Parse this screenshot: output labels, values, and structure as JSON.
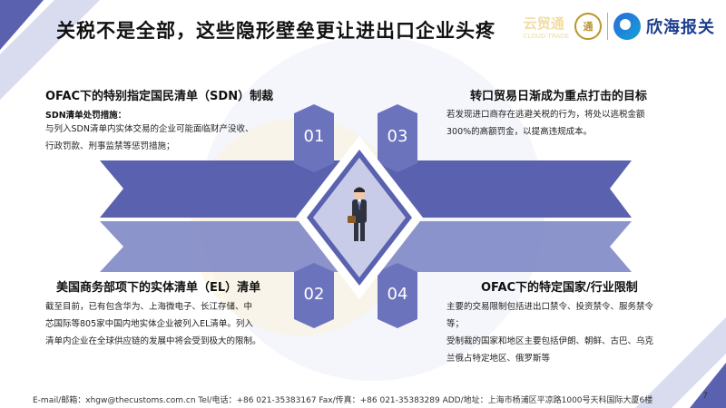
{
  "title": "关税不是全部，这些隐形壁垒更让进出口企业头疼",
  "logos": {
    "faded_text": "云贸通",
    "faded_sub": "CLOUD TRADE",
    "seal_text": "通",
    "brand_text": "欣海报关"
  },
  "colors": {
    "accent": "#5a62b0",
    "accent_light": "#8088c6",
    "accent_pale": "#c9cce8"
  },
  "sections": {
    "s1": {
      "number": "01",
      "title": "OFAC下的特别指定国民清单（SDN）制裁",
      "subhead": "SDN清单处罚措施：",
      "lines": [
        "与列入SDN清单内实体交易的企业可能面临财产没收、",
        "行政罚款、刑事监禁等惩罚措施；"
      ]
    },
    "s2": {
      "number": "02",
      "title": "美国商务部项下的实体清单（EL）清单",
      "lines": [
        "截至目前，已有包含华为、上海微电子、长江存储、中",
        "芯国际等805家中国内地实体企业被列入EL清单。列入",
        "清单内企业在全球供应链的发展中将会受到极大的限制。"
      ]
    },
    "s3": {
      "number": "03",
      "title": "转口贸易日渐成为重点打击的目标",
      "lines": [
        "若发现进口商存在逃避关税的行为，将处以逃税金额",
        "300%的高额罚金，以提高违规成本。"
      ]
    },
    "s4": {
      "number": "04",
      "title": "OFAC下的特定国家/行业限制",
      "lines": [
        "主要的交易限制包括进出口禁令、投资禁令、服务禁令",
        "等；",
        "受制裁的国家和地区主要包括伊朗、朝鲜、古巴、乌克",
        "兰俄占特定地区、俄罗斯等"
      ]
    }
  },
  "footer": "E-mail/邮箱：xhgw@thecustoms.com.cn      Tel/电话：+86 021-35383167      Fax/传真：+86 021-35383289    ADD/地址：上海市杨浦区平凉路1000号天科国际大厦6楼",
  "page_number": "7"
}
